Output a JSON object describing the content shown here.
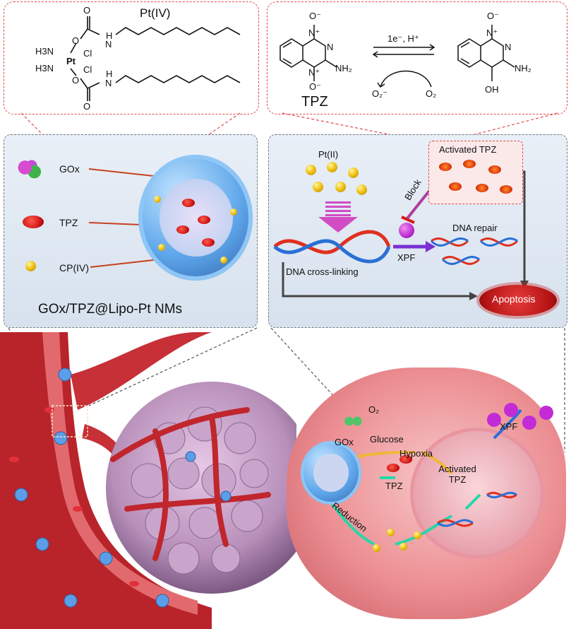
{
  "pt4_panel": {
    "title": "Pt(IV)",
    "labels": [
      "O",
      "O",
      "H",
      "N",
      "H3N",
      "H3N",
      "Pt",
      "Cl",
      "Cl",
      "O",
      "O",
      "H",
      "N"
    ]
  },
  "tpz_panel": {
    "label_tpz": "TPZ",
    "oxide_top": "O⁻",
    "oxide_bottom": "O⁻",
    "n_plus_top": "N⁺",
    "n_plus_bottom": "N⁺",
    "n": "N",
    "nh2_left": "NH₂",
    "arrow_label": "1e⁻, H⁺",
    "o2_radical": "O₂⁻",
    "o2": "O₂",
    "product_oxide": "O⁻",
    "product_n_plus": "N⁺",
    "product_n": "N",
    "product_nh2": "NH₂",
    "product_oh": "OH"
  },
  "nano_panel": {
    "legend": [
      "GOx",
      "TPZ",
      "CP(IV)"
    ],
    "caption": "GOx/TPZ@Lipo-Pt NMs"
  },
  "mechanism_panel": {
    "pt2_label": "Pt(II)",
    "activated_tpz": "Activated TPZ",
    "block": "Block",
    "xpf": "XPF",
    "dna_repair": "DNA repair",
    "dna_crosslinking": "DNA cross-linking",
    "apoptosis": "Apoptosis"
  },
  "cell_scene": {
    "o2": "O₂",
    "gox": "GOx",
    "glucose": "Glucose",
    "hypoxia": "Hypoxia",
    "xpf": "XPF",
    "tpz": "TPZ",
    "activated_tpz": "Activated TPZ",
    "reduction": "Reduction"
  },
  "colors": {
    "red_dash": "#e24a4a",
    "vessel_red": "#b8242a",
    "cell_pink": "#ec8f93",
    "liposome_blue": "#3f89d8",
    "xpf_purple": "#b01ec7",
    "apoptosis_red": "#c51b1b"
  }
}
